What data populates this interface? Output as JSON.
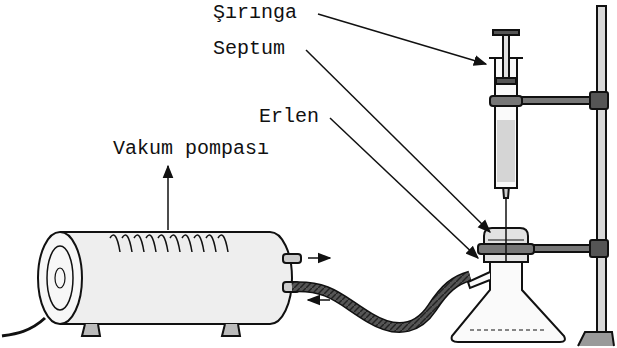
{
  "diagram": {
    "labels": [
      "Şırınga",
      "Septum",
      "Erlen",
      "Vakum pompası"
    ]
  }
}
